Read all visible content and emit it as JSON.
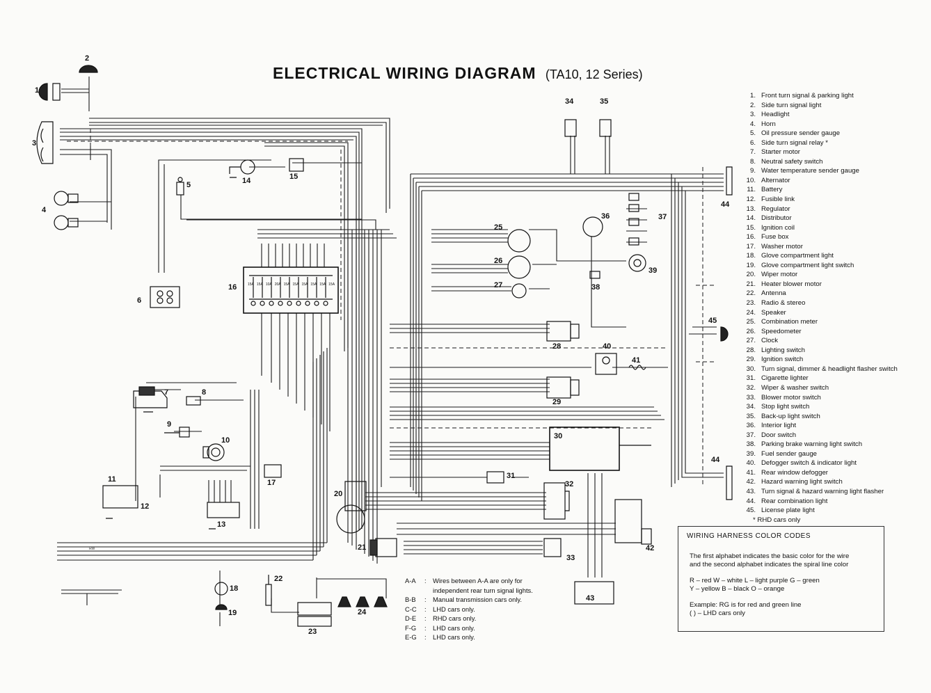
{
  "title": {
    "main": "ELECTRICAL WIRING DIAGRAM",
    "sub": "(TA10, 12 Series)"
  },
  "components": [
    {
      "n": "1.",
      "label": "Front turn signal & parking light"
    },
    {
      "n": "2.",
      "label": "Side turn signal light"
    },
    {
      "n": "3.",
      "label": "Headlight"
    },
    {
      "n": "4.",
      "label": "Horn"
    },
    {
      "n": "5.",
      "label": "Oil pressure sender gauge"
    },
    {
      "n": "6.",
      "label": "Side turn signal relay *"
    },
    {
      "n": "7.",
      "label": "Starter motor"
    },
    {
      "n": "8.",
      "label": "Neutral safety switch"
    },
    {
      "n": "9.",
      "label": "Water temperature sender gauge"
    },
    {
      "n": "10.",
      "label": "Alternator"
    },
    {
      "n": "11.",
      "label": "Battery"
    },
    {
      "n": "12.",
      "label": "Fusible link"
    },
    {
      "n": "13.",
      "label": "Regulator"
    },
    {
      "n": "14.",
      "label": "Distributor"
    },
    {
      "n": "15.",
      "label": "Ignition coil"
    },
    {
      "n": "16.",
      "label": "Fuse box"
    },
    {
      "n": "17.",
      "label": "Washer motor"
    },
    {
      "n": "18.",
      "label": "Glove compartment light"
    },
    {
      "n": "19.",
      "label": "Glove compartment light switch"
    },
    {
      "n": "20.",
      "label": "Wiper motor"
    },
    {
      "n": "21.",
      "label": "Heater blower motor"
    },
    {
      "n": "22.",
      "label": "Antenna"
    },
    {
      "n": "23.",
      "label": "Radio & stereo"
    },
    {
      "n": "24.",
      "label": "Speaker"
    },
    {
      "n": "25.",
      "label": "Combination meter"
    },
    {
      "n": "26.",
      "label": "Speedometer"
    },
    {
      "n": "27.",
      "label": "Clock"
    },
    {
      "n": "28.",
      "label": "Lighting switch"
    },
    {
      "n": "29.",
      "label": "Ignition switch"
    },
    {
      "n": "30.",
      "label": "Turn signal, dimmer & headlight flasher switch"
    },
    {
      "n": "31.",
      "label": "Cigarette lighter"
    },
    {
      "n": "32.",
      "label": "Wiper & washer switch"
    },
    {
      "n": "33.",
      "label": "Blower motor switch"
    },
    {
      "n": "34.",
      "label": "Stop light switch"
    },
    {
      "n": "35.",
      "label": "Back-up light switch"
    },
    {
      "n": "36.",
      "label": "Interior light"
    },
    {
      "n": "37.",
      "label": "Door switch"
    },
    {
      "n": "38.",
      "label": "Parking brake warning light switch"
    },
    {
      "n": "39.",
      "label": "Fuel sender gauge"
    },
    {
      "n": "40.",
      "label": "Defogger switch & indicator light"
    },
    {
      "n": "41.",
      "label": "Rear window defogger"
    },
    {
      "n": "42.",
      "label": "Hazard warning light switch"
    },
    {
      "n": "43.",
      "label": "Turn signal & hazard warning light flasher"
    },
    {
      "n": "44.",
      "label": "Rear combination light"
    },
    {
      "n": "45.",
      "label": "License plate light"
    }
  ],
  "components_note": "* RHD cars only",
  "color_codes": {
    "heading": "WIRING HARNESS COLOR CODES",
    "intro_1": "The first alphabet indicates the basic color for the wire",
    "intro_2": "and the second alphabet indicates the spiral line color",
    "line_1": "R – red    W – white    L – light purple    G – green",
    "line_2": "Y – yellow    B – black    O – orange",
    "example_1": "Example:  RG is for red and green line",
    "example_2": "(     ) – LHD cars only"
  },
  "notes": [
    {
      "k": "A-A",
      "t1": "Wires between A-A are only for",
      "t2": "independent rear turn signal lights."
    },
    {
      "k": "B-B",
      "t1": "Manual transmission cars only.",
      "t2": ""
    },
    {
      "k": "C-C",
      "t1": "LHD cars only.",
      "t2": ""
    },
    {
      "k": "D-E",
      "t1": "RHD cars only.",
      "t2": ""
    },
    {
      "k": "F-G",
      "t1": "LHD cars only.",
      "t2": ""
    },
    {
      "k": "E-G",
      "t1": "LHD cars only.",
      "t2": ""
    }
  ],
  "callouts": [
    "1",
    "2",
    "3",
    "4",
    "5",
    "6",
    "7",
    "8",
    "9",
    "10",
    "11",
    "12",
    "13",
    "14",
    "15",
    "16",
    "17",
    "18",
    "19",
    "20",
    "21",
    "22",
    "23",
    "24",
    "25",
    "26",
    "27",
    "28",
    "29",
    "30",
    "31",
    "32",
    "33",
    "34",
    "35",
    "36",
    "37",
    "38",
    "39",
    "40",
    "41",
    "42",
    "43",
    "44",
    "45"
  ],
  "fuse_ratings": [
    "15A",
    "15A",
    "10A",
    "20A",
    "15A",
    "15A",
    "15A",
    "15A",
    "15A",
    "15A"
  ]
}
